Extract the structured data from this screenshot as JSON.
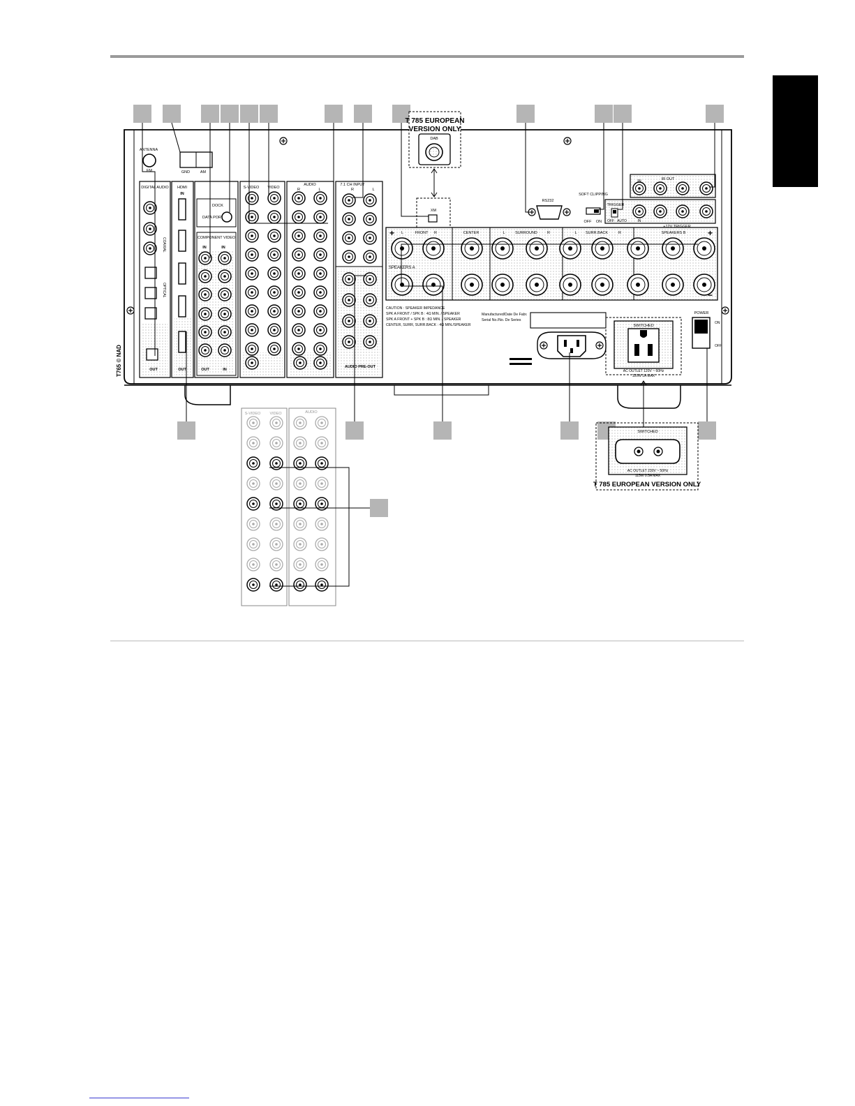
{
  "labels": {
    "eu_version_top": "T 785 EUROPEAN",
    "eu_version_top_2": "VERSION ONLY",
    "eu_version_bottom": "T 785 EUROPEAN VERSION ONLY",
    "dab": "DAB",
    "antenna": "ANTENNA",
    "fm": "FM",
    "gnd": "GND",
    "am": "AM",
    "hdmi": "HDMI",
    "hdmi_in": "IN",
    "hdmi_out": "OUT",
    "digital_audio": "DIGITAL AUDIO",
    "coaxial": "COAXIAL",
    "optical": "OPTICAL",
    "digital_out": "OUT",
    "dock": "DOCK",
    "data_port": "DATA PORT",
    "component_video": "COMPONENT VIDEO",
    "comp_in": "IN",
    "comp_out": "OUT",
    "video": "VIDEO",
    "s_video": "S-VIDEO",
    "audio": "AUDIO",
    "audio_r": "R",
    "audio_l": "L",
    "ch_input": "7.1 CH INPUT",
    "audio_pre_out": "AUDIO PRE-OUT",
    "xm": "XM",
    "rs232": "RS232",
    "soft_clipping": "SOFT CLIPPING",
    "off": "OFF",
    "on": "ON",
    "trigger": "TRIGGER",
    "auto": "AUTO",
    "trigger_12v": "+12V TRIGGER",
    "ir_out": "IR OUT",
    "ir_in": "IN",
    "speakers_a": "SPEAKERS A",
    "speakers_b": "SPEAKERS B",
    "front": "FRONT",
    "center": "CENTER",
    "surround": "SURROUND",
    "surr_back": "SURR.BACK",
    "caution": "CAUTION : SPEAKER IMPEDANCE",
    "caution_2": "SPK A FRONT / SPK B : 4Ω MIN. / SPEAKER",
    "caution_3": "SPK A FRONT + SPK B : 8Ω MIN. / SPEAKER",
    "caution_4": "CENTER, SURR, SURR.BACK : 4Ω MIN./SPEAKER",
    "manufactured": "Manufactured/Date De Fabr.",
    "serial": "Serial No./No. De Series",
    "switched": "SWITCHED",
    "ac_outlet": "AC OUTLET 120V ~ 60Hz",
    "ac_outlet_2": "120W 1A MAX",
    "ac_outlet_eu": "AC OUTLET 230V ~ 50Hz",
    "ac_outlet_eu_2": "115W 0.5A MAX",
    "power": "POWER",
    "power_on": "ON",
    "power_off": "OFF",
    "model_mark": "T765 © NAD",
    "plus": "+",
    "minus": "−"
  }
}
